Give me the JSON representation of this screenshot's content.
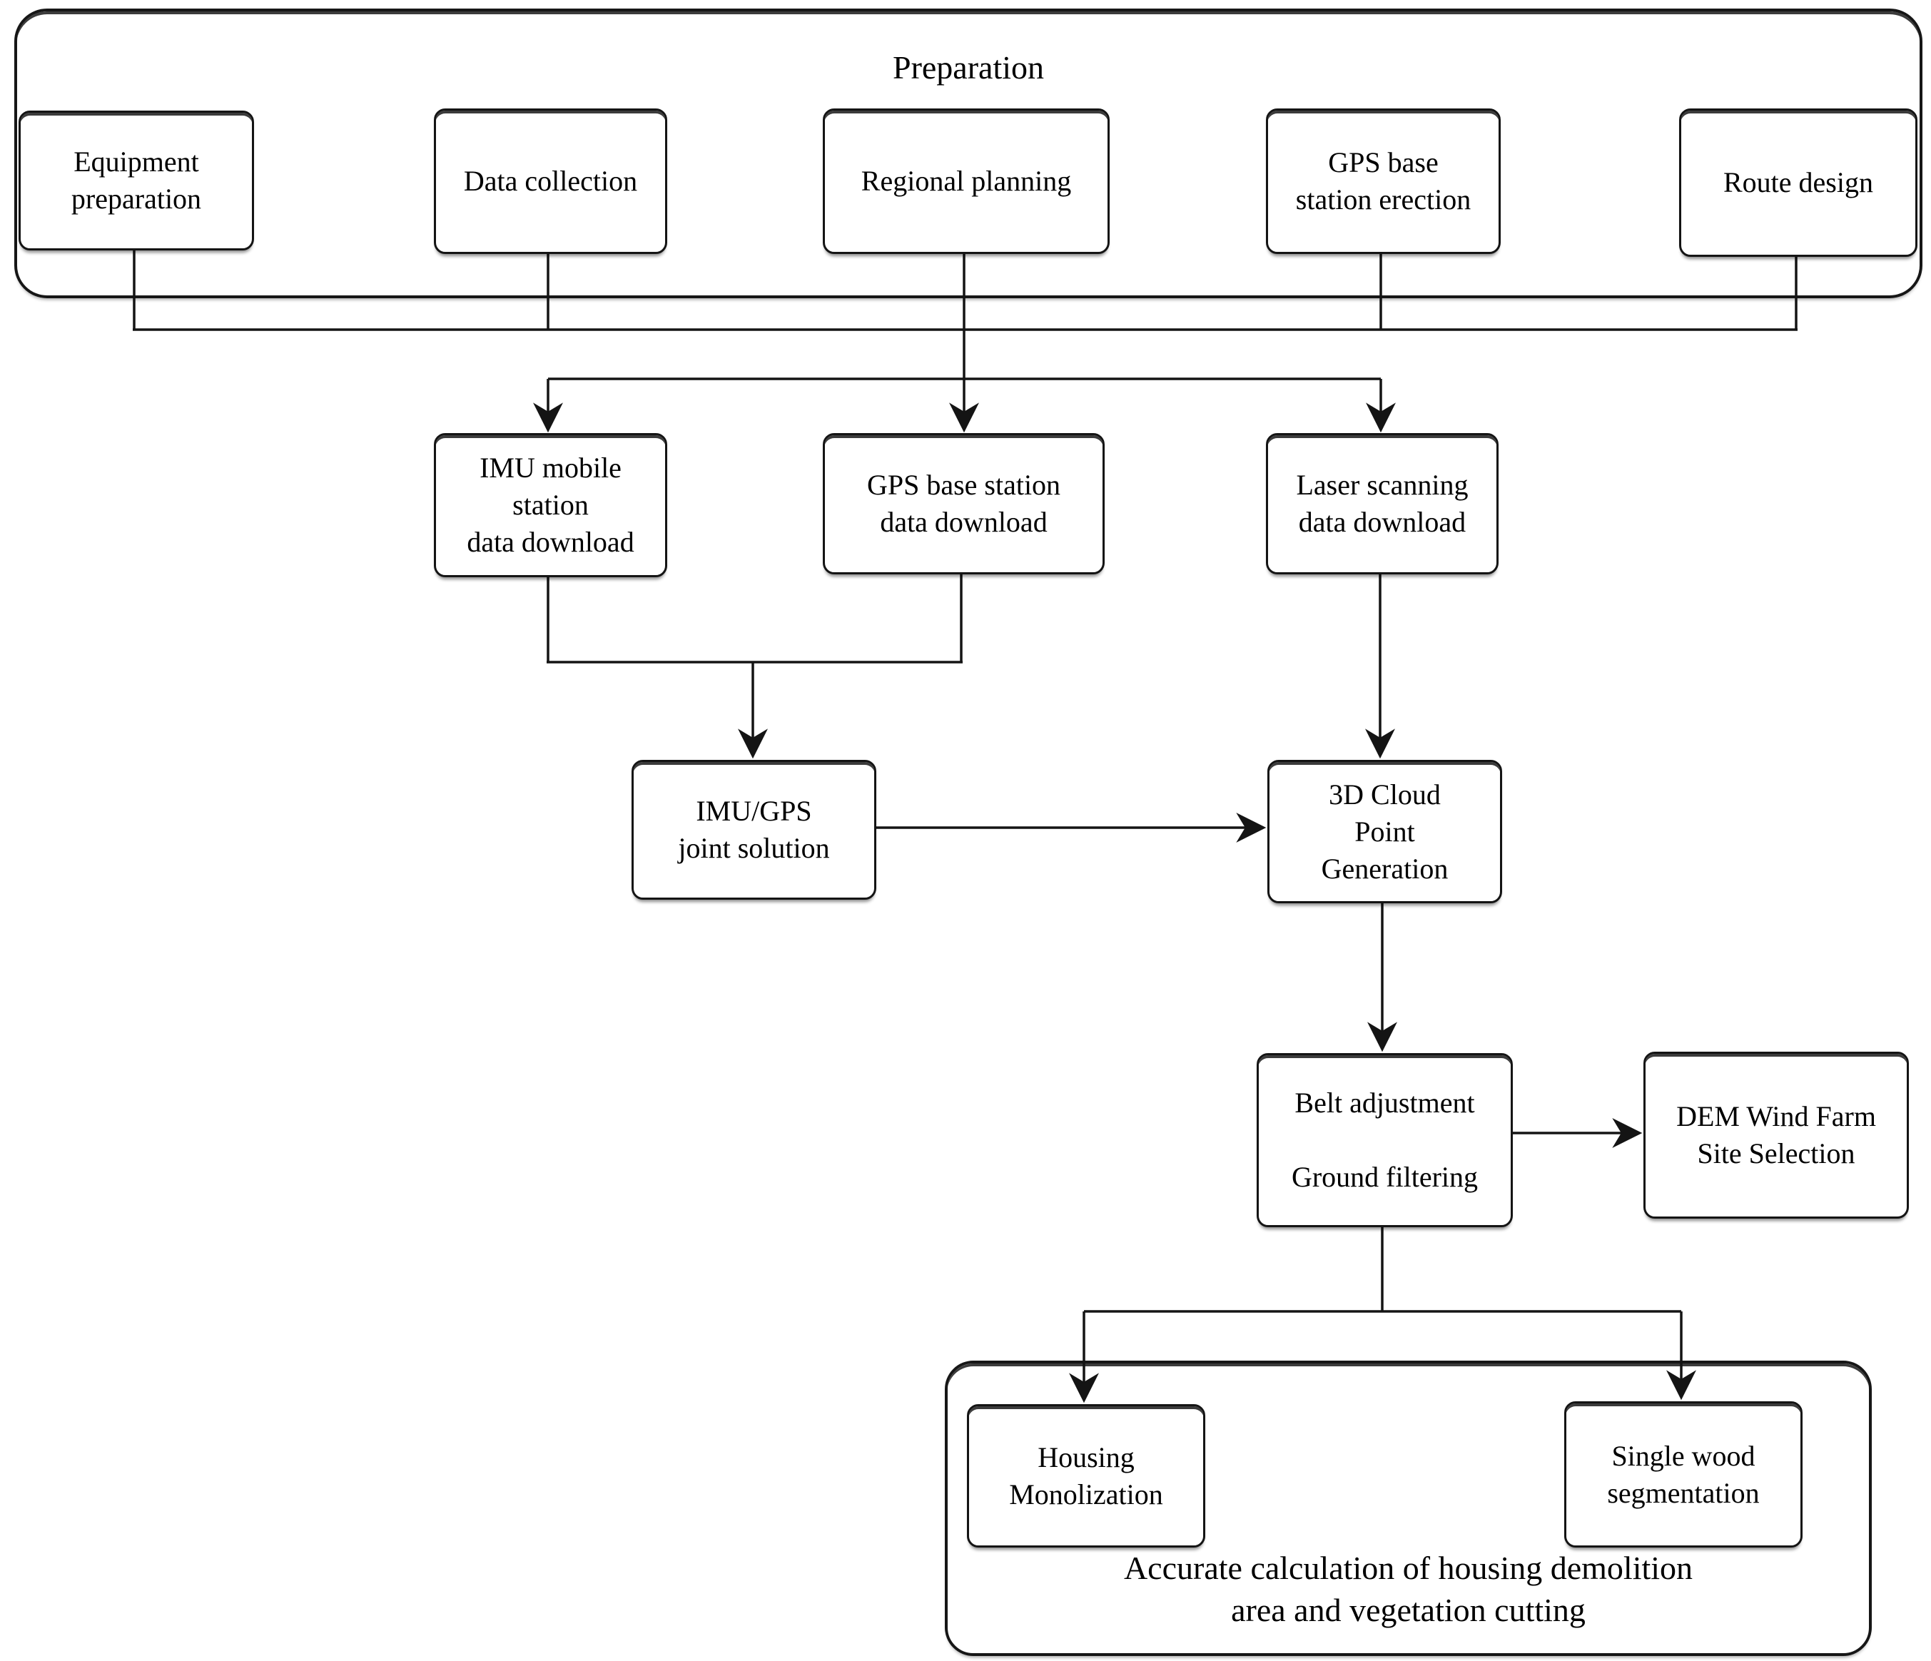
{
  "diagram": {
    "preparation_group": {
      "title": "Preparation",
      "boxes": [
        {
          "id": "equipment-preparation",
          "label": "Equipment\npreparation"
        },
        {
          "id": "data-collection",
          "label": "Data collection"
        },
        {
          "id": "regional-planning",
          "label": "Regional planning"
        },
        {
          "id": "gps-base-station-erection",
          "label": "GPS base\nstation erection"
        },
        {
          "id": "route-design",
          "label": "Route design"
        }
      ]
    },
    "download_row": {
      "boxes": [
        {
          "id": "imu-mobile-station-data-download",
          "label": "IMU mobile\nstation\ndata download"
        },
        {
          "id": "gps-base-station-data-download",
          "label": "GPS base station\ndata download"
        },
        {
          "id": "laser-scanning-data-download",
          "label": "Laser scanning\ndata download"
        }
      ]
    },
    "processing": {
      "imu_gps_joint_solution": "IMU/GPS\njoint solution",
      "cloud_point_generation": "3D Cloud\nPoint\nGeneration",
      "belt_adjustment_ground_filtering": "Belt adjustment\n\nGround filtering",
      "dem_wind_farm_site_selection": "DEM Wind Farm\nSite Selection"
    },
    "results_group": {
      "boxes": [
        {
          "id": "housing-monolization",
          "label": "Housing\nMonolization"
        },
        {
          "id": "single-wood-segmentation",
          "label": "Single wood\nsegmentation"
        }
      ],
      "caption": "Accurate calculation of housing demolition\narea and vegetation cutting"
    },
    "colors": {
      "line": "#141414",
      "background": "#ffffff",
      "text": "#000000"
    }
  }
}
